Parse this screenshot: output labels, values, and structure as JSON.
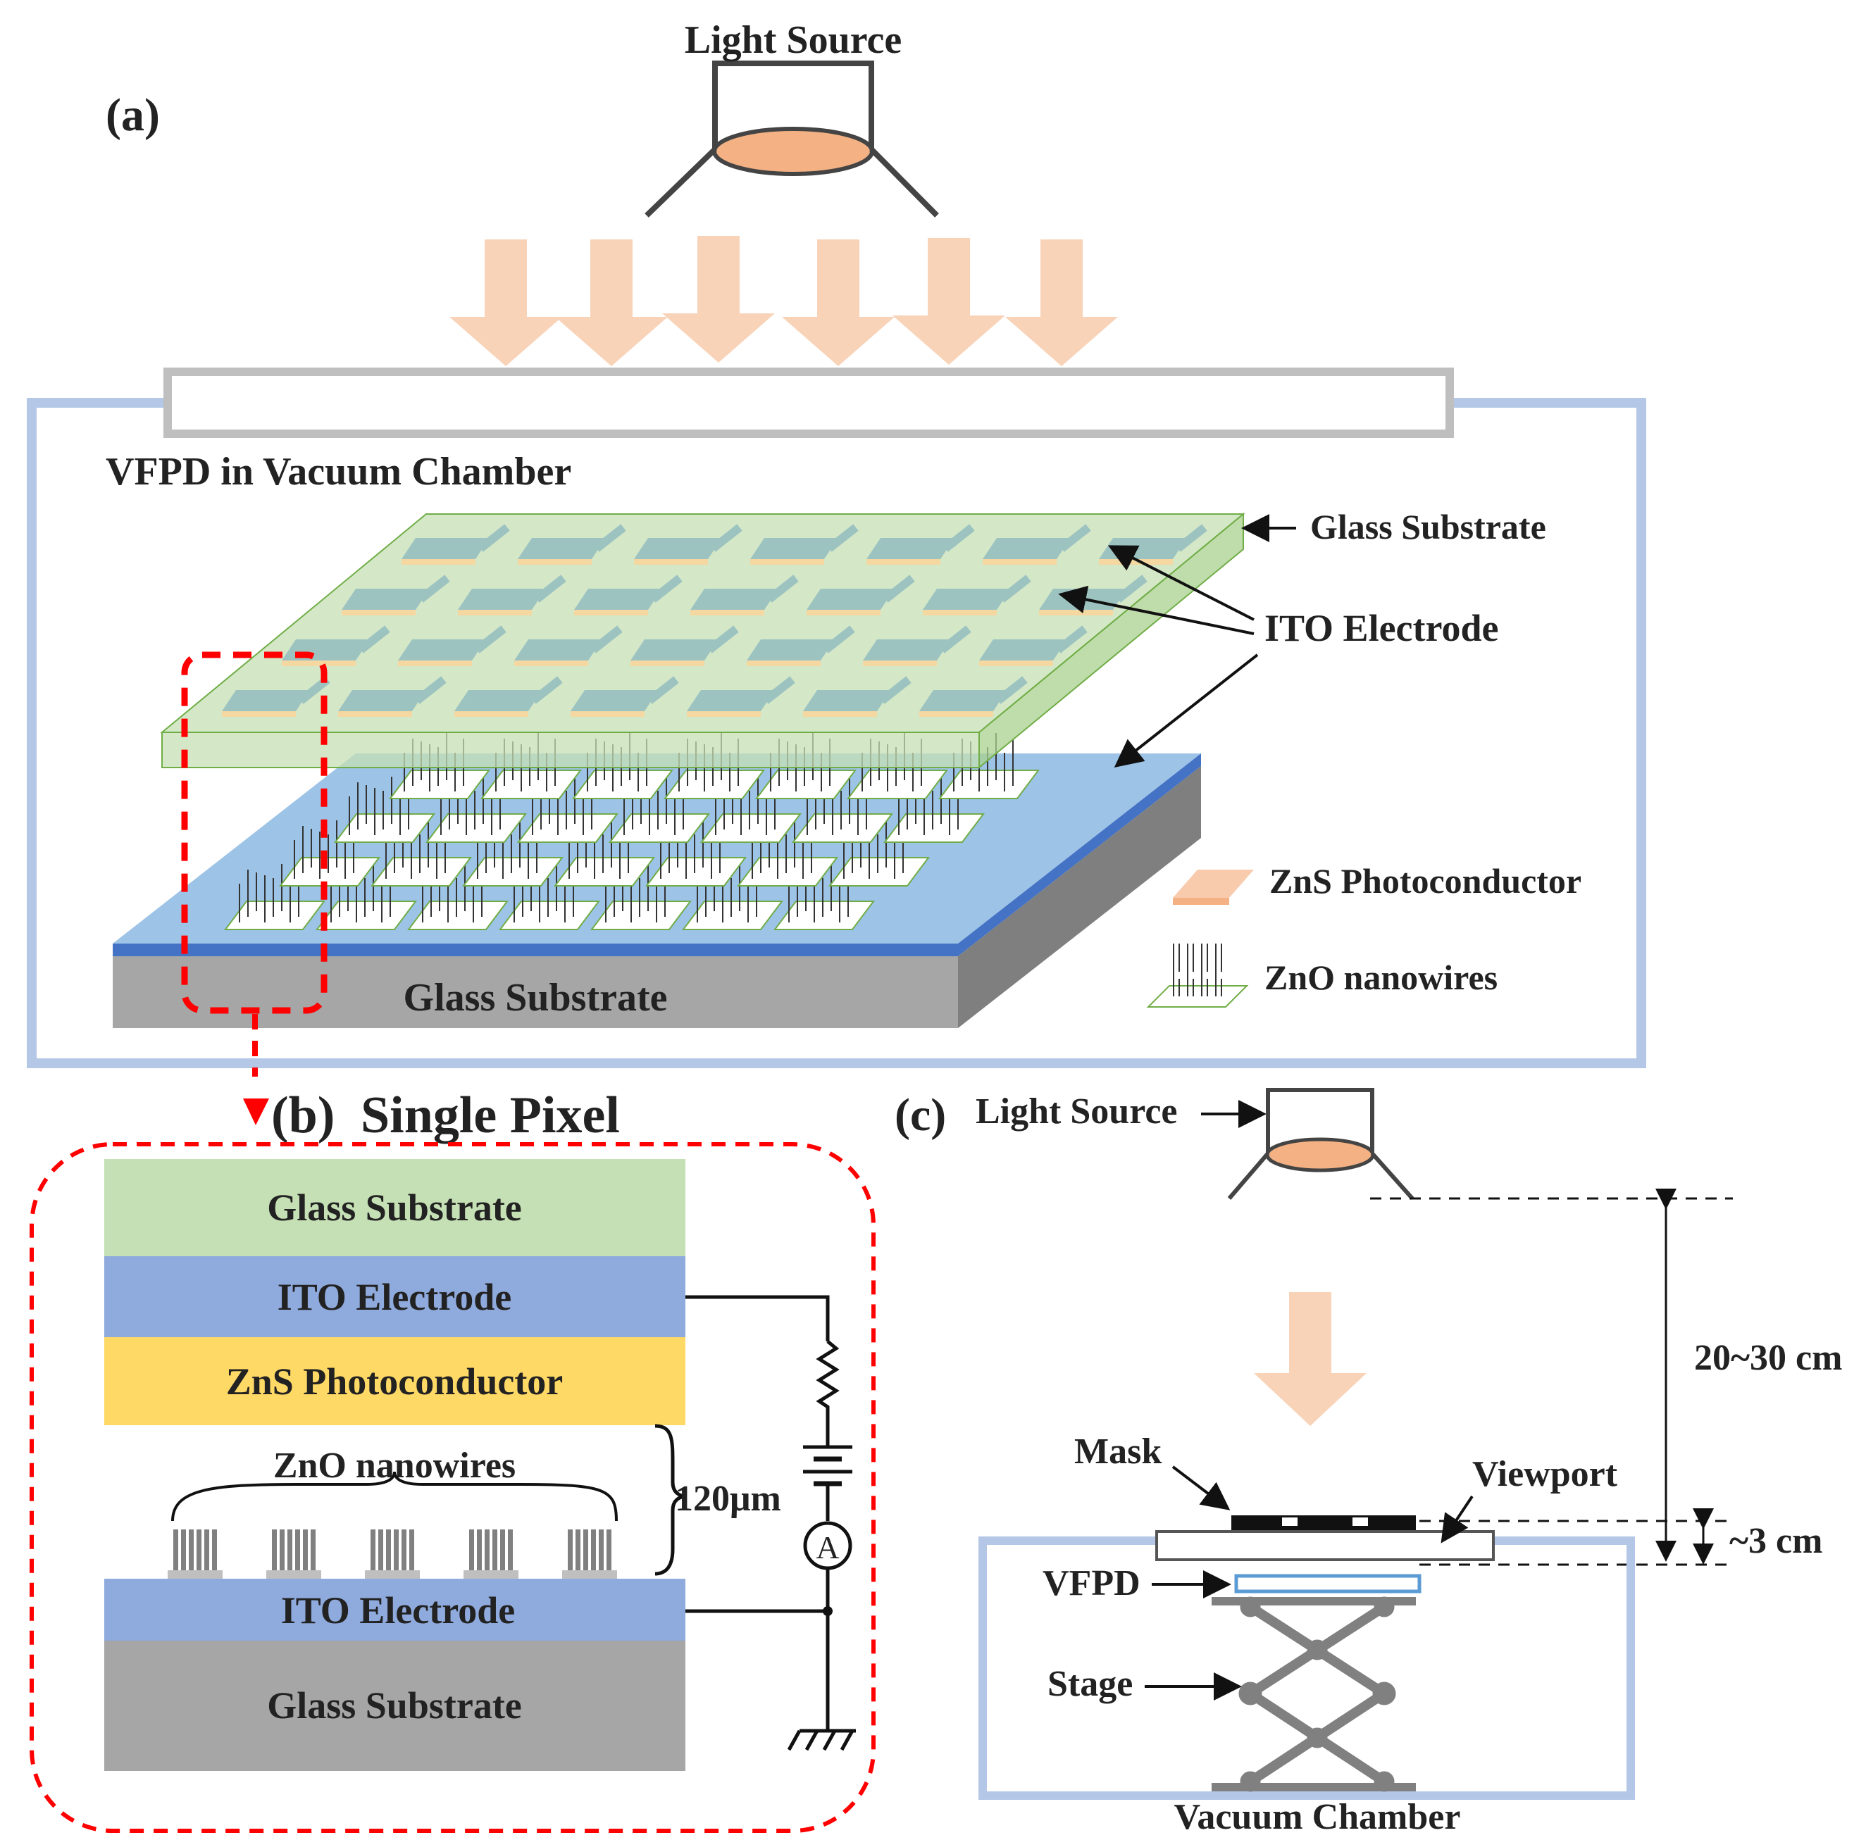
{
  "panel_a": {
    "tag": "(a)",
    "light_source": "Light Source",
    "chamber_title": "VFPD in Vacuum Chamber",
    "glass_substrate_top": "Glass Substrate",
    "ito_electrode": "ITO Electrode",
    "glass_substrate_bottom": "Glass Substrate",
    "legend": {
      "zns": "ZnS Photoconductor",
      "zno": "ZnO nanowires"
    }
  },
  "panel_b": {
    "tag": "(b)",
    "title": "Single Pixel",
    "layers": {
      "glass_top": "Glass Substrate",
      "ito_top": "ITO Electrode",
      "zns": "ZnS Photoconductor",
      "ito_bottom": "ITO Electrode",
      "glass_bottom": "Glass Substrate"
    },
    "nanowires_label": "ZnO nanowires",
    "gap_label": "120μm",
    "ammeter_symbol": "A"
  },
  "panel_c": {
    "tag": "(c)",
    "light_source": "Light Source",
    "distance_long": "20~30 cm",
    "distance_short": "~3 cm",
    "mask": "Mask",
    "viewport": "Viewport",
    "vfpd": "VFPD",
    "stage": "Stage",
    "chamber": "Vacuum Chamber"
  },
  "colors": {
    "light_arrow": "#f8d3b8",
    "chamber_border": "#b4c7e7",
    "glass_green": "#c5e0b4",
    "ito_blue": "#8faadc",
    "zns_yellow": "#ffd966",
    "substrate_gray": "#a6a6a6",
    "bottom_blue": "#5b9bd5",
    "lens_orange": "#f4b183",
    "highlight_red": "#ff0000"
  }
}
